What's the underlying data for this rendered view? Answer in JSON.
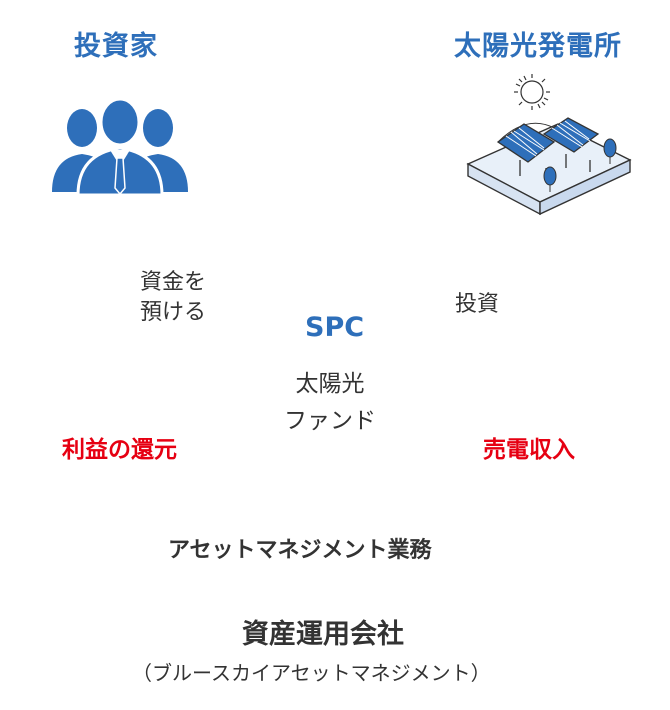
{
  "investor": {
    "title": "投資家",
    "icon": "investors-group-icon"
  },
  "solar_plant": {
    "title": "太陽光発電所",
    "icon": "solar-plant-icon"
  },
  "flows": {
    "fund_deposit_line1": "資金を",
    "fund_deposit_line2": "預ける",
    "investment": "投資",
    "profit_return": "利益の還元",
    "power_revenue": "売電収入"
  },
  "spc": {
    "title": "SPC",
    "fund_line1": "太陽光",
    "fund_line2": "ファンド"
  },
  "asset_management": {
    "service": "アセットマネジメント業務",
    "company": "資産運用会社",
    "company_note": "（ブルースカイアセットマネジメント）"
  },
  "colors": {
    "brand_blue": "#2e6fba",
    "accent_red": "#e60012",
    "text_dark": "#333333"
  }
}
